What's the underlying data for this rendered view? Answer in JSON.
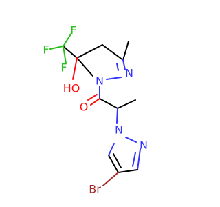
{
  "molecule": {
    "atoms": {
      "f1": "F",
      "f2": "F",
      "f3": "F",
      "n_ring1_a": "N",
      "n_ring1_b": "N",
      "hydroxyl": "HO",
      "carbonyl_o": "O",
      "n_ring2_a": "N",
      "n_ring2_b": "N",
      "bromine": "Br"
    },
    "colors": {
      "carbon_bond": "#000000",
      "nitrogen": "#3333ff",
      "oxygen": "#ff0d0d",
      "fluorine": "#24c218",
      "bromine": "#a62929"
    }
  }
}
